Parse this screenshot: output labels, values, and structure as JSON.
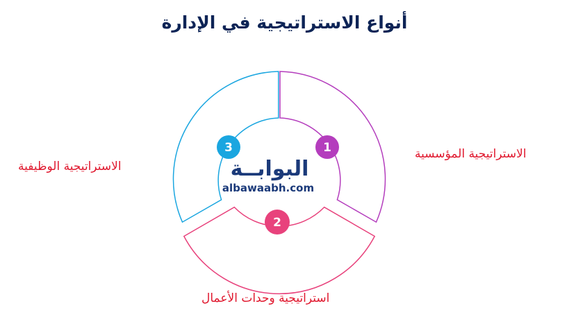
{
  "title": "أنواع الاستراتيجية في الإدارة",
  "segments": [
    {
      "number": "1",
      "label": "الاستراتيجية المؤسسية",
      "color": "#b43dbd"
    },
    {
      "number": "2",
      "label": "استراتيجية وحدات الأعمال",
      "color": "#e8427c"
    },
    {
      "number": "3",
      "label": "الاستراتيجية الوظيفية",
      "color": "#1aa6e0"
    }
  ],
  "logo": {
    "arabic": "البوابــة",
    "latin": "albawaabh.com"
  },
  "colors": {
    "title": "#0d2456",
    "label": "#e0182e",
    "logo": "#1b3a7a"
  }
}
